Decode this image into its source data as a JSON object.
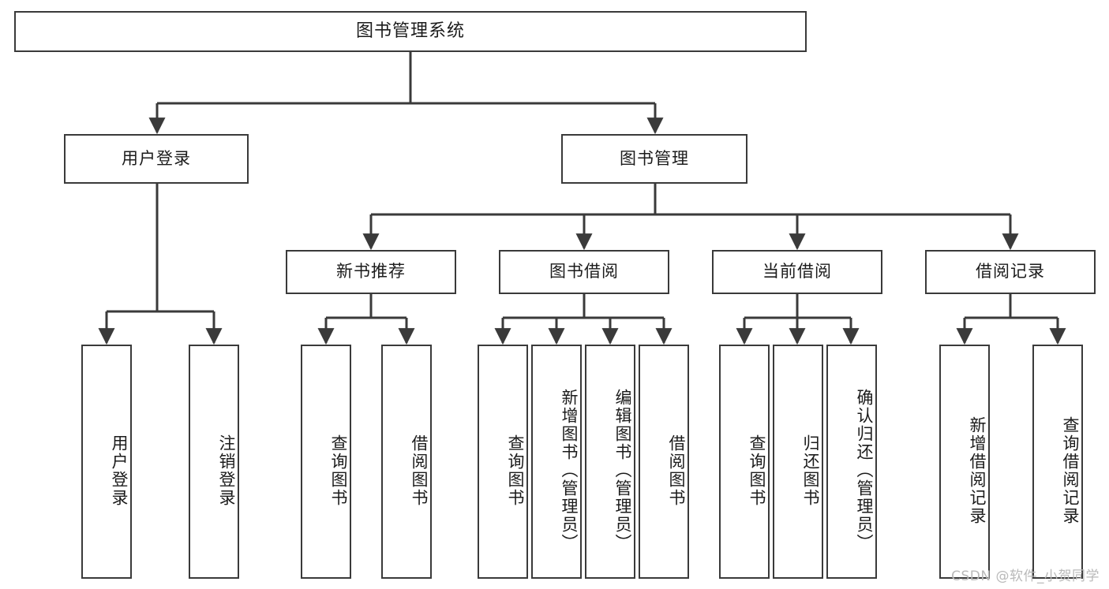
{
  "diagram": {
    "title": "图书管理系统",
    "type": "tree",
    "watermark": "CSDN @软件_小贺同学",
    "colors": {
      "background": "#ffffff",
      "box_border": "#3a3a3a",
      "box_fill": "#ffffff",
      "text": "#1b1b1b",
      "edge": "#3a3a3a",
      "watermark": "#b9b9b9"
    },
    "nodes": {
      "root": {
        "label": "图书管理系统",
        "level": 0,
        "orientation": "horizontal"
      },
      "l1": [
        {
          "id": "user-login",
          "label": "用户登录",
          "level": 1,
          "orientation": "horizontal"
        },
        {
          "id": "book-manage",
          "label": "图书管理",
          "level": 1,
          "orientation": "horizontal"
        }
      ],
      "l2": [
        {
          "id": "new-book-rec",
          "label": "新书推荐",
          "level": 2,
          "orientation": "horizontal"
        },
        {
          "id": "book-borrow",
          "label": "图书借阅",
          "level": 2,
          "orientation": "horizontal"
        },
        {
          "id": "current-borrow",
          "label": "当前借阅",
          "level": 2,
          "orientation": "horizontal"
        },
        {
          "id": "borrow-record",
          "label": "借阅记录",
          "level": 2,
          "orientation": "horizontal"
        }
      ],
      "leaves": [
        {
          "id": "leaf-user-login",
          "label": "用户登录",
          "parent": "user-login",
          "orientation": "vertical"
        },
        {
          "id": "leaf-user-logout",
          "label": "注销登录",
          "parent": "user-login",
          "orientation": "vertical"
        },
        {
          "id": "leaf-query-book-1",
          "label": "查询图书",
          "parent": "new-book-rec",
          "orientation": "vertical"
        },
        {
          "id": "leaf-borrow-book-1",
          "label": "借阅图书",
          "parent": "new-book-rec",
          "orientation": "vertical"
        },
        {
          "id": "leaf-query-book-2",
          "label": "查询图书",
          "parent": "book-borrow",
          "orientation": "vertical"
        },
        {
          "id": "leaf-add-book",
          "label": "新增图书（管理员）",
          "parent": "book-borrow",
          "orientation": "vertical"
        },
        {
          "id": "leaf-edit-book",
          "label": "编辑图书（管理员）",
          "parent": "book-borrow",
          "orientation": "vertical"
        },
        {
          "id": "leaf-borrow-book-2",
          "label": "借阅图书",
          "parent": "book-borrow",
          "orientation": "vertical"
        },
        {
          "id": "leaf-query-book-3",
          "label": "查询图书",
          "parent": "current-borrow",
          "orientation": "vertical"
        },
        {
          "id": "leaf-return-book",
          "label": "归还图书",
          "parent": "current-borrow",
          "orientation": "vertical"
        },
        {
          "id": "leaf-confirm-return",
          "label": "确认归还（管理员）",
          "parent": "current-borrow",
          "orientation": "vertical"
        },
        {
          "id": "leaf-add-record",
          "label": "新增借阅记录",
          "parent": "borrow-record",
          "orientation": "vertical"
        },
        {
          "id": "leaf-query-record",
          "label": "查询借阅记录",
          "parent": "borrow-record",
          "orientation": "vertical"
        }
      ]
    },
    "edges": [
      {
        "from": "图书管理系统",
        "to": "用户登录"
      },
      {
        "from": "图书管理系统",
        "to": "图书管理"
      },
      {
        "from": "图书管理",
        "to": "新书推荐"
      },
      {
        "from": "图书管理",
        "to": "图书借阅"
      },
      {
        "from": "图书管理",
        "to": "当前借阅"
      },
      {
        "from": "图书管理",
        "to": "借阅记录"
      },
      {
        "from": "用户登录",
        "to": "用户登录"
      },
      {
        "from": "用户登录",
        "to": "注销登录"
      },
      {
        "from": "新书推荐",
        "to": "查询图书"
      },
      {
        "from": "新书推荐",
        "to": "借阅图书"
      },
      {
        "from": "图书借阅",
        "to": "查询图书"
      },
      {
        "from": "图书借阅",
        "to": "新增图书（管理员）"
      },
      {
        "from": "图书借阅",
        "to": "编辑图书（管理员）"
      },
      {
        "from": "图书借阅",
        "to": "借阅图书"
      },
      {
        "from": "当前借阅",
        "to": "查询图书"
      },
      {
        "from": "当前借阅",
        "to": "归还图书"
      },
      {
        "from": "当前借阅",
        "to": "确认归还（管理员）"
      },
      {
        "from": "借阅记录",
        "to": "新增借阅记录"
      },
      {
        "from": "借阅记录",
        "to": "查询借阅记录"
      }
    ]
  }
}
